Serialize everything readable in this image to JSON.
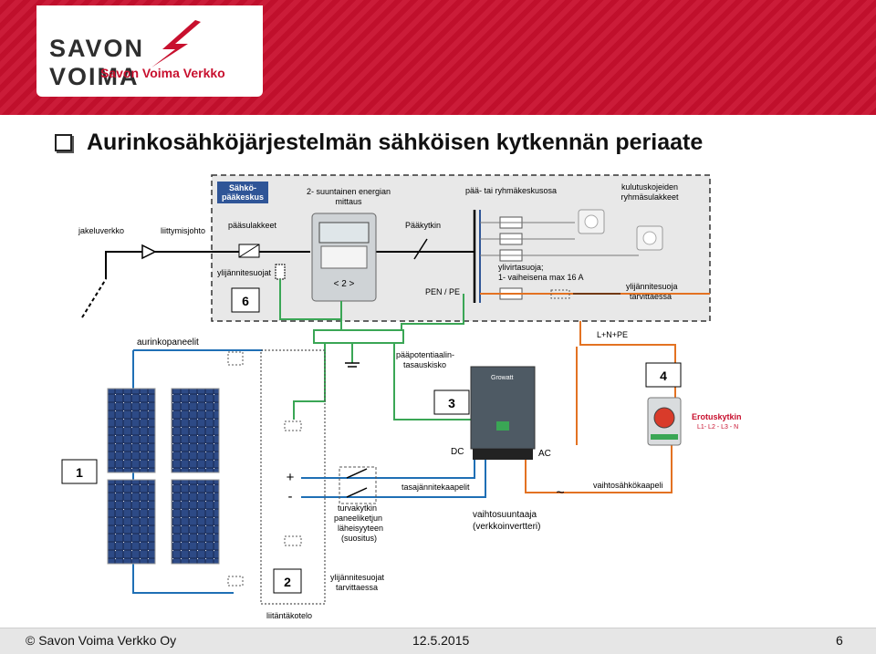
{
  "header": {
    "logo_name_left": "SAVON",
    "logo_name_right": "VOIMA",
    "logo_sub": "Savon Voima Verkko",
    "bolt_icon": "lightning-bolt-icon",
    "accent_color": "#c8102e"
  },
  "title": "Aurinkosähköjärjestelmän sähköisen kytkennän periaate",
  "diagram": {
    "main_panel_label_1": "Sähkö-",
    "main_panel_label_2": "pääkeskus",
    "meter_label_1": "2- suuntainen energian",
    "meter_label_2": "mittaus",
    "meter_display": "< 2 >",
    "group_center": "pää- tai ryhmäkeskusosa",
    "consumer_fuses_1": "kulutuskojeiden",
    "consumer_fuses_2": "ryhmäsulakkeet",
    "distribution_grid": "jakeluverkko",
    "service_line": "liittymisjohto",
    "main_fuses": "pääsulakkeet",
    "main_switch": "Pääkytkin",
    "surge_protectors": "ylijännitesuojat",
    "overcurrent_1": "ylivirtasuoja;",
    "overcurrent_2": "1- vaiheisena max 16 A",
    "surge_if_needed_1": "ylijännitesuoja",
    "surge_if_needed_2": "tarvittaessa",
    "pen_pe": "PEN / PE",
    "num_6": "6",
    "solar_panels": "aurinkopaneelit",
    "lnpe": "L+N+PE",
    "equipot_1": "pääpotentiaalin-",
    "equipot_2": "tasauskisko",
    "num_4": "4",
    "num_3": "3",
    "isolator_title": "Erotuskytkin",
    "isolator_sub": "L1- L2 - L3 - N",
    "num_1": "1",
    "dc": "DC",
    "ac": "AC",
    "plus": "+",
    "minus": "-",
    "dc_cables": "tasajännitekaapelit",
    "ac_cable": "vaihtosähkökaapeli",
    "tilde": "~",
    "inverter_1": "vaihtosuuntaaja",
    "inverter_2": "(verkkoinvertteri)",
    "safety_1": "turvakytkin",
    "safety_2": "paneeliketjun",
    "safety_3": "läheisyyteen",
    "safety_4": "(suositus)",
    "num_2": "2",
    "surge2_1": "ylijännitesuojat",
    "surge2_2": "tarvittaessa",
    "junction_box": "liitäntäkotelo",
    "inverter_brand": "Growatt"
  },
  "footer": {
    "copyright": "© Savon Voima Verkko Oy",
    "date": "12.5.2015",
    "page": "6"
  }
}
